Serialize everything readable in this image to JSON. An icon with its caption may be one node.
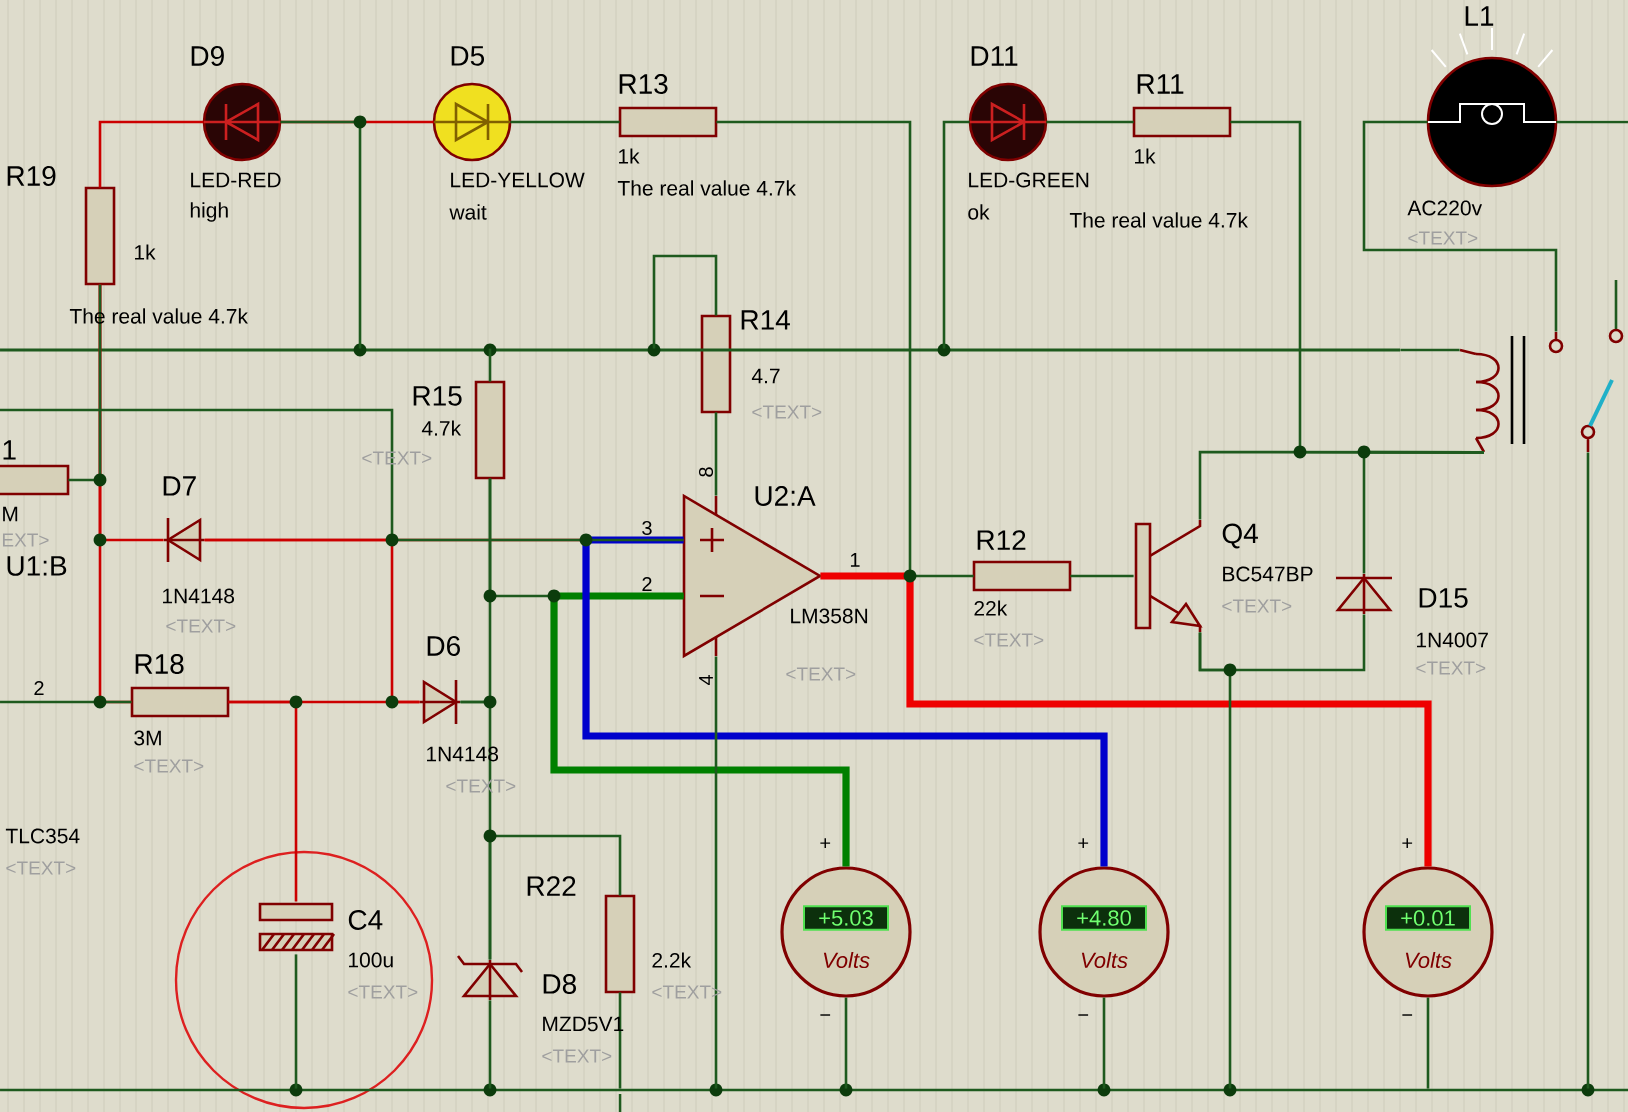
{
  "diagram": {
    "nodes": [
      {
        "text": [],
        "shape": "led",
        "beside": [
          "D9",
          "LED-RED",
          "high"
        ]
      },
      {
        "text": [],
        "shape": "led",
        "beside": [
          "D5",
          "LED-YELLOW",
          "wait"
        ]
      },
      {
        "text": [],
        "shape": "resistor",
        "beside": [
          "R13",
          "1k",
          "The real value 4.7k"
        ]
      },
      {
        "text": [],
        "shape": "led",
        "beside": [
          "D11",
          "LED-GREEN",
          "ok"
        ]
      },
      {
        "text": [],
        "shape": "resistor",
        "beside": [
          "R11",
          "1k",
          "The real value 4.7k"
        ]
      },
      {
        "text": [],
        "shape": "lamp",
        "beside": [
          "L1",
          "AC220v",
          "<TEXT>"
        ]
      },
      {
        "text": [],
        "shape": "resistor",
        "beside": [
          "R19",
          "1k",
          "The real value 4.7k"
        ]
      },
      {
        "text": [],
        "shape": "resistor",
        "beside": [
          "R14",
          "4.7",
          "<TEXT>"
        ]
      },
      {
        "text": [],
        "shape": "resistor",
        "beside": [
          "R15",
          "4.7k",
          "<TEXT>"
        ]
      },
      {
        "text": [],
        "shape": "coil"
      },
      {
        "text": [],
        "shape": "resistor",
        "beside": [
          "1",
          "M",
          "EXT>"
        ]
      },
      {
        "text": [],
        "shape": "diode",
        "beside": [
          "D7",
          "1N4148",
          "<TEXT>"
        ]
      },
      {
        "text": [],
        "shape": "triangle",
        "beside": [
          "U2:A",
          "LM358N",
          "<TEXT>"
        ]
      },
      {
        "text": [],
        "shape": "resistor",
        "beside": [
          "R18",
          "3M",
          "<TEXT>"
        ]
      },
      {
        "text": [],
        "shape": "diode",
        "beside": [
          "D6",
          "1N4148",
          "<TEXT>"
        ]
      },
      {
        "text": [],
        "shape": "resistor",
        "beside": [
          "R12",
          "22k",
          "<TEXT>"
        ]
      },
      {
        "text": [],
        "shape": "transistor",
        "beside": [
          "Q4",
          "BC547BP",
          "<TEXT>"
        ]
      },
      {
        "text": [],
        "shape": "diode",
        "beside": [
          "D15",
          "1N4007",
          "<TEXT>"
        ]
      },
      {
        "text": [],
        "shape": "capacitor",
        "beside": [
          "C4",
          "100u",
          "<TEXT>"
        ]
      },
      {
        "text": [],
        "shape": "zener",
        "beside": [
          "D8",
          "MZD5V1",
          "<TEXT>"
        ]
      },
      {
        "text": [],
        "shape": "resistor",
        "beside": [
          "R22",
          "2.2k",
          "<TEXT>"
        ]
      },
      {
        "text": [
          "+5.03",
          "Volts"
        ],
        "beside": [
          "+",
          "−"
        ]
      },
      {
        "text": [
          "+4.80",
          "Volts"
        ],
        "beside": [
          "+",
          "−"
        ]
      },
      {
        "text": [
          "+0.01",
          "Volts"
        ],
        "beside": [
          "+",
          "−"
        ]
      },
      {
        "text": [],
        "shape": "bar"
      },
      {
        "text": [],
        "shape": "bar"
      }
    ],
    "edges": [
      {
        "from": 0,
        "to": 1,
        "arrow": "none",
        "color": "#cc0000"
      },
      {
        "from": 1,
        "to": 2,
        "arrow": "none"
      },
      {
        "from": 6,
        "to": 0,
        "arrow": "none",
        "color": "#cc0000"
      },
      {
        "from": 2,
        "to": 12,
        "arrow": "none"
      },
      {
        "from": 12,
        "to": 15,
        "arrow": "none"
      },
      {
        "from": 15,
        "to": 16,
        "arrow": "none"
      },
      {
        "from": 3,
        "to": 4,
        "arrow": "none"
      },
      {
        "from": 4,
        "to": 9,
        "arrow": "none"
      },
      {
        "from": 16,
        "to": 9,
        "arrow": "none"
      },
      {
        "from": 17,
        "to": 9,
        "arrow": "none"
      },
      {
        "from": 16,
        "to": 17,
        "arrow": "none"
      },
      {
        "from": 5,
        "to": 9,
        "arrow": "none"
      },
      {
        "from": 7,
        "to": 12,
        "arrow": "none"
      },
      {
        "from": 8,
        "to": 14,
        "arrow": "none"
      },
      {
        "from": 11,
        "to": 12,
        "arrow": "none",
        "color": "#cc0000"
      },
      {
        "from": 8,
        "to": 12,
        "arrow": "none"
      },
      {
        "from": 13,
        "to": 14,
        "arrow": "none",
        "color": "#cc0000"
      },
      {
        "from": 13,
        "to": 18,
        "arrow": "none",
        "color": "#cc0000"
      },
      {
        "from": 14,
        "to": 19,
        "arrow": "none"
      },
      {
        "from": 19,
        "to": 20,
        "arrow": "none"
      },
      {
        "from": 12,
        "to": 21,
        "arrow": "none",
        "style": "thick",
        "color": "#008000"
      },
      {
        "from": 12,
        "to": 22,
        "arrow": "none",
        "style": "thick",
        "color": "#0000cc"
      },
      {
        "from": 12,
        "to": 23,
        "arrow": "none",
        "style": "thick",
        "color": "#ee0000"
      },
      {
        "from": 6,
        "to": 11,
        "arrow": "none",
        "color": "#cc0000"
      },
      {
        "from": 6,
        "to": 13,
        "arrow": "none",
        "color": "#cc0000"
      },
      {
        "from": 10,
        "to": 6,
        "arrow": "none"
      },
      {
        "from": 11,
        "to": 14,
        "arrow": "none",
        "color": "#cc0000"
      },
      {
        "from": null,
        "to": 12,
        "arrow": "none"
      },
      {
        "from": null,
        "to": 13,
        "arrow": "none"
      },
      {
        "from": 5,
        "to": null,
        "arrow": "none"
      },
      {
        "from": 0,
        "to": 24,
        "arrow": "none"
      },
      {
        "from": 8,
        "to": 24,
        "arrow": "none"
      },
      {
        "from": 7,
        "to": 24,
        "arrow": "none"
      },
      {
        "from": 3,
        "to": 24,
        "arrow": "none"
      },
      {
        "from": 24,
        "to": 9,
        "arrow": "none"
      },
      {
        "from": 18,
        "to": 25,
        "arrow": "none"
      },
      {
        "from": 19,
        "to": 25,
        "arrow": "none"
      },
      {
        "from": 20,
        "to": 25,
        "arrow": "none"
      },
      {
        "from": 12,
        "to": 25,
        "arrow": "none"
      },
      {
        "from": 16,
        "to": 25,
        "arrow": "none"
      },
      {
        "from": 21,
        "to": 25,
        "arrow": "none"
      },
      {
        "from": 22,
        "to": 25,
        "arrow": "none"
      },
      {
        "from": 23,
        "to": 25,
        "arrow": "none"
      },
      {
        "from": 9,
        "to": 25,
        "arrow": "none"
      }
    ],
    "labels": [
      "U1:B",
      "2",
      "TLC354",
      "<TEXT>",
      "3",
      "2",
      "1",
      "8",
      "4"
    ]
  }
}
